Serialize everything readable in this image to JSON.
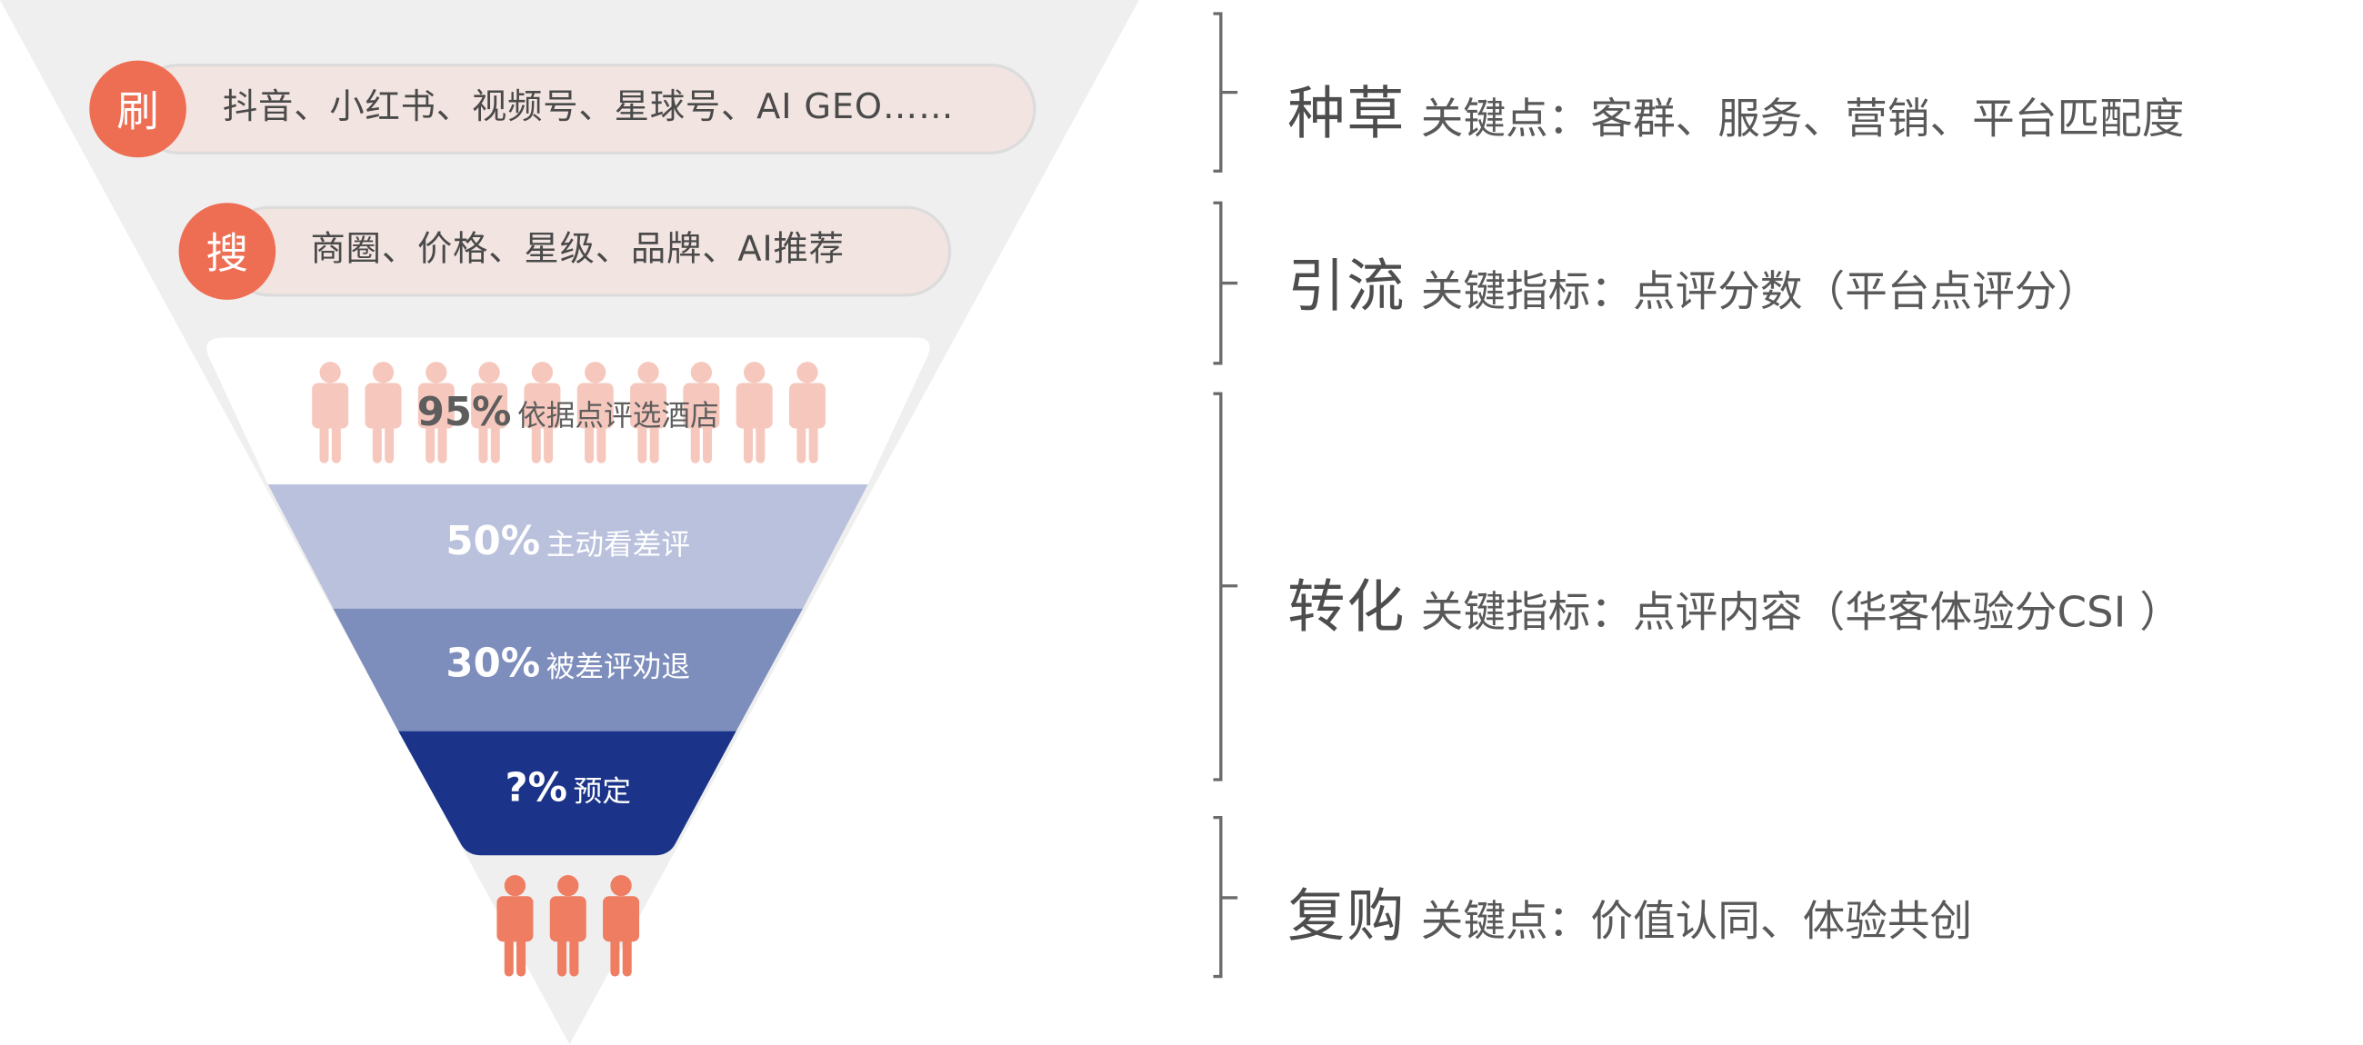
{
  "colors": {
    "funnel_bg": "#efefef",
    "accent": "#ee6e54",
    "pill_bg": "#f2e4e1",
    "band_light": "#b9c1dc",
    "band_mid": "#7d8dbc",
    "band_dark": "#1b3489",
    "person_light": "#f6c8bd",
    "person_strong": "#ee7d62",
    "bracket": "#6b6b6b"
  },
  "pills": [
    {
      "icon_char": "刷",
      "text": "抖音、小红书、视频号、星球号、AI GEO……"
    },
    {
      "icon_char": "搜",
      "text": "商圈、价格、星级、品牌、AI推荐"
    }
  ],
  "funnel_bands": [
    {
      "pct": "95%",
      "desc": "依据点评选酒店"
    },
    {
      "pct": "50%",
      "desc": "主动看差评"
    },
    {
      "pct": "30%",
      "desc": "被差评劝退"
    },
    {
      "pct": "?%",
      "desc": "预定"
    }
  ],
  "people_groups": {
    "top_count": 10,
    "bottom_count": 3,
    "icon": "person-icon"
  },
  "stages": [
    {
      "title": "种草",
      "desc": "关键点：客群、服务、营销、平台匹配度"
    },
    {
      "title": "引流",
      "desc": "关键指标：点评分数（平台点评分）"
    },
    {
      "title": "转化",
      "desc": "关键指标：点评内容（华客体验分CSI ）"
    },
    {
      "title": "复购",
      "desc": "关键点：价值认同、体验共创"
    }
  ]
}
